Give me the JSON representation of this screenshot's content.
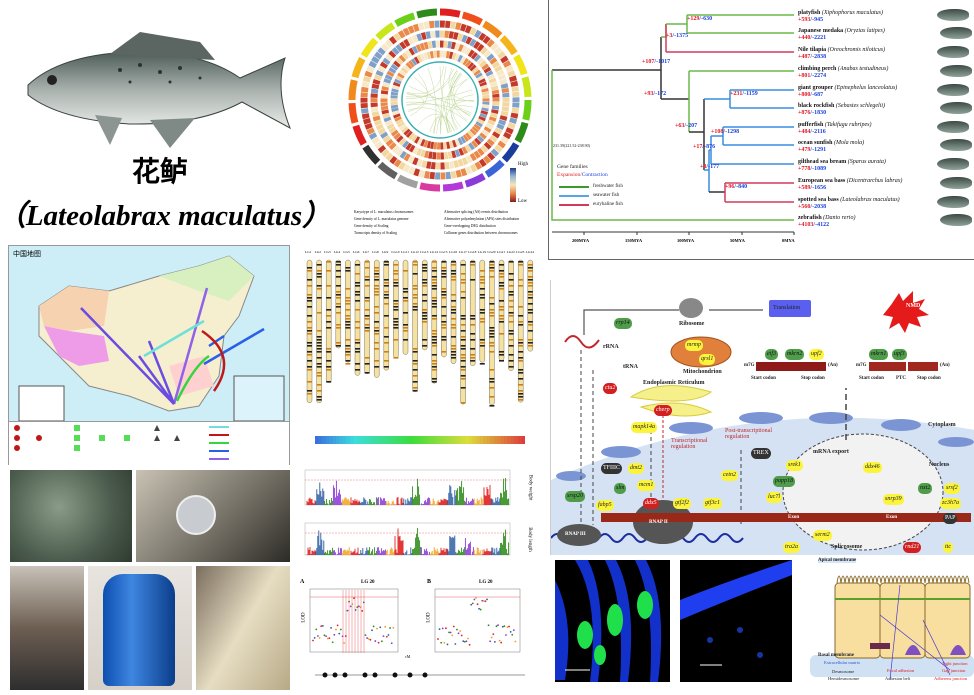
{
  "species": {
    "chinese_name": "花鲈",
    "latin_name": "（Lateolabrax maculatus）"
  },
  "circos": {
    "legend_high": "High",
    "legend_low": "Low",
    "items": [
      "Karyotype of L. maculatus chromosomes",
      "Gene density of L. maculatus genome",
      "Gene density of Scaling",
      "Transcripts density of Scaling",
      "Alternative splicing (AS) events distribution",
      "Alternative polyadenylation (APA) sites distribution",
      "Gene-overlapping DEG distribution",
      "Collinear genes distribution between chromosomes"
    ]
  },
  "tree": {
    "root_age": "231.39(221.52-238.90)",
    "legend_title": "Gene families",
    "legend_expansion": "Expansion",
    "legend_sep": "/",
    "legend_contraction": "Contraction",
    "legend_items": [
      "freshwater fish",
      "seawater fish",
      "euryhaline fish"
    ],
    "axis": [
      "200MYA",
      "150MYA",
      "100MYA",
      "50MYA",
      "0MYA"
    ],
    "nodes": [
      {
        "gain": "+129",
        "loss": "/-630"
      },
      {
        "gain": "+3",
        "loss": "/-1375"
      },
      {
        "gain": "+107",
        "loss": "/-1017"
      },
      {
        "gain": "+93",
        "loss": "/-172"
      },
      {
        "gain": "+231",
        "loss": "/-1159"
      },
      {
        "gain": "+63",
        "loss": "/-207"
      },
      {
        "gain": "+108",
        "loss": "/-1298"
      },
      {
        "gain": "+17",
        "loss": "/-876"
      },
      {
        "gain": "+8",
        "loss": "/-177"
      },
      {
        "gain": "+96",
        "loss": "/-840"
      }
    ],
    "leaves": [
      {
        "common": "platyfish ",
        "sci": "(Xiphophorus maculatus)",
        "gain": "+593",
        "loss": "/-945"
      },
      {
        "common": "Japanese medaka ",
        "sci": "(Oryzias latipes)",
        "gain": "+440",
        "loss": "/-2221"
      },
      {
        "common": "Nile tilapia ",
        "sci": "(Oreochromis niloticus)",
        "gain": "+487",
        "loss": "/-2838"
      },
      {
        "common": "climbing perch ",
        "sci": "(Anabas testudineus)",
        "gain": "+801",
        "loss": "/-2274"
      },
      {
        "common": "giant grouper ",
        "sci": "(Epinephelus lanceolatus)",
        "gain": "+800",
        "loss": "/-687"
      },
      {
        "common": "black rockfish ",
        "sci": "(Sebastes schlegelii)",
        "gain": "+876",
        "loss": "/-1830"
      },
      {
        "common": "pufferfish ",
        "sci": "(Takifugu rubripes)",
        "gain": "+484",
        "loss": "/-2116"
      },
      {
        "common": "ocean sunfish ",
        "sci": "(Mola mola)",
        "gain": "+479",
        "loss": "/-1291"
      },
      {
        "common": "gilthead sea bream ",
        "sci": "(Sparus aurata)",
        "gain": "+778",
        "loss": "/-1089"
      },
      {
        "common": "European sea bass ",
        "sci": "(Dicentrarchus labrax)",
        "gain": "+589",
        "loss": "/-1656"
      },
      {
        "common": "spotted sea bass ",
        "sci": "(Lateolabrax maculatus)",
        "gain": "+560",
        "loss": "/-2038"
      },
      {
        "common": "zebrafish ",
        "sci": "(Danio rerio)",
        "gain": "+4103",
        "loss": "/-4122"
      }
    ]
  },
  "map": {
    "title": "中国地图"
  },
  "karyotype": {
    "labels": [
      "LG1",
      "LG2",
      "LG3",
      "LG4",
      "LG5",
      "LG6",
      "LG7",
      "LG8",
      "LG9",
      "LG10",
      "LG11",
      "LG12",
      "LG13",
      "LG14",
      "LG15",
      "LG16",
      "LG17",
      "LG18",
      "LG19",
      "LG20",
      "LG21",
      "LG22",
      "LG23",
      "LG24"
    ]
  },
  "gwas": {
    "ylabel1": "Body weight",
    "ylabel2": "Body length",
    "ylabel_lod": "LOD",
    "panel_a": "A",
    "panel_b": "B",
    "lg_a": "LG 20",
    "lg_b": "LG 20",
    "xlabel": "cM"
  },
  "pathway": {
    "ribosome": "Ribosome",
    "translation": "Translation",
    "nmd": "NMD",
    "rrna": "rRNA",
    "trna": "tRNA",
    "mito": "Mitochondrion",
    "er": "Endoplasmic Reticulum",
    "cytoplasm": "Cytoplasm",
    "nucleus": "Nucleus",
    "mrna_export": "mRNA export",
    "tx_reg": "Transcriptional regulation",
    "ptx_reg": "Post-transcriptional regulation",
    "start1": "Start codon",
    "stop1": "Stop codon",
    "start2": "Start codon",
    "ptc": "PTC",
    "stop2": "Stop codon",
    "m7g1": "m7G",
    "an1": "(An)",
    "m7g2": "m7G",
    "an2": "(An)",
    "spliceosome": "Spliceosome",
    "rnap3": "RNAP III",
    "rnap2": "RNAP II",
    "tfiiic": "TFIIIC",
    "trex": "TREX",
    "exon1": "Exon",
    "exon2": "Exon",
    "pap": "PAP",
    "genes": {
      "rrp14": "rrp14",
      "mrm": "mrmp",
      "qrs": "qrsl1",
      "eif": "eif3",
      "mkrn": "mkrn2",
      "upf": "upf2",
      "mkrn2": "mkrn1",
      "upf3": "upf3",
      "cta": "ctu2",
      "cherp": "cherp",
      "mapk": "mapk14a",
      "dmt": "dmt2",
      "srsp": "srsp20",
      "fabp": "fabp5",
      "slm": "slm",
      "mcm": "mcm1",
      "ddx": "ddx5",
      "gtf": "gtf2f2",
      "gtf3": "gtf3c1",
      "cetn": "cetn2",
      "srek": "srek1",
      "ddx46": "ddx46",
      "papp": "papp18",
      "luc": "luc7l",
      "snrp": "snrp39",
      "nxt": "nxt2",
      "srsf": "srsf2",
      "zc": "zc3h7a",
      "tra": "tra2a",
      "serm": "serm2",
      "rnd": "rnd21",
      "ttc": "ttc"
    }
  },
  "epithelium": {
    "apical": "Apical membrane",
    "basal": "Basal membrane",
    "ecm": "Extracellular matrix",
    "desmo": "Desmosome",
    "hemi": "Hemidesmosome",
    "focal": "Focal adhesion",
    "belt": "Adhesion belt",
    "tight": "Tight junction",
    "gap": "Gap junction",
    "adherens": "Adherens junction"
  }
}
